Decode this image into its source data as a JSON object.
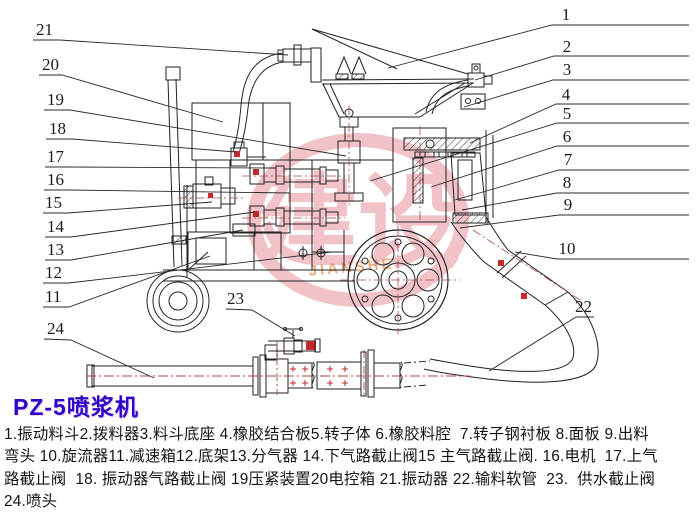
{
  "title": "PZ-5喷浆机",
  "callouts": [
    {
      "label": "1"
    },
    {
      "label": "2"
    },
    {
      "label": "3"
    },
    {
      "label": "4"
    },
    {
      "label": "5"
    },
    {
      "label": "6"
    },
    {
      "label": "7"
    },
    {
      "label": "8"
    },
    {
      "label": "9"
    },
    {
      "label": "10"
    },
    {
      "label": "11"
    },
    {
      "label": "12"
    },
    {
      "label": "13"
    },
    {
      "label": "14"
    },
    {
      "label": "15"
    },
    {
      "label": "16"
    },
    {
      "label": "17"
    },
    {
      "label": "18"
    },
    {
      "label": "19"
    },
    {
      "label": "20"
    },
    {
      "label": "21"
    },
    {
      "label": "22"
    },
    {
      "label": "23"
    },
    {
      "label": "24"
    }
  ],
  "caption_lines": [
    "1.振动料斗2.拨料器3.料斗底座 4.橡胶结合板5.转子体 6.橡胶料腔  7.转子钢衬板 8.面板 9.出料",
    "弯头 10.旋流器11.减速箱12.底架13.分气器 14.下气路截止阀15 主气路截止阀. 16.电机  17.上气",
    "路截止阀  18. 振动器气路截止阀 19压紧装置20电控箱 21.振动器 22.输料软管  23.  供水截止阀",
    "24.喷头"
  ],
  "parts": [
    {
      "num": "1",
      "name": "振动料斗"
    },
    {
      "num": "2",
      "name": "拨料器"
    },
    {
      "num": "3",
      "name": "料斗底座"
    },
    {
      "num": "4",
      "name": "橡胶结合板"
    },
    {
      "num": "5",
      "name": "转子体"
    },
    {
      "num": "6",
      "name": "橡胶料腔"
    },
    {
      "num": "7",
      "name": "转子钢衬板"
    },
    {
      "num": "8",
      "name": "面板"
    },
    {
      "num": "9",
      "name": "出料弯头"
    },
    {
      "num": "10",
      "name": "旋流器"
    },
    {
      "num": "11",
      "name": "减速箱"
    },
    {
      "num": "12",
      "name": "底架"
    },
    {
      "num": "13",
      "name": "分气器"
    },
    {
      "num": "14",
      "name": "下气路截止阀"
    },
    {
      "num": "15",
      "name": "主气路截止阀"
    },
    {
      "num": "16",
      "name": "电机"
    },
    {
      "num": "17",
      "name": "上气路截止阀"
    },
    {
      "num": "18",
      "name": "振动器气路截止阀"
    },
    {
      "num": "19",
      "name": "压紧装置"
    },
    {
      "num": "20",
      "name": "电控箱"
    },
    {
      "num": "21",
      "name": "振动器"
    },
    {
      "num": "22",
      "name": "输料软管"
    },
    {
      "num": "23",
      "name": "供水截止阀"
    },
    {
      "num": "24",
      "name": "喷头"
    }
  ],
  "watermark": {
    "main": "建设",
    "latin": "JIANSHE"
  },
  "colors": {
    "title": "#2a08c8",
    "line": "#222222",
    "accent_red": "#c02a2a",
    "watermark": "#d4475a",
    "watermark_latin": "#e07830"
  }
}
